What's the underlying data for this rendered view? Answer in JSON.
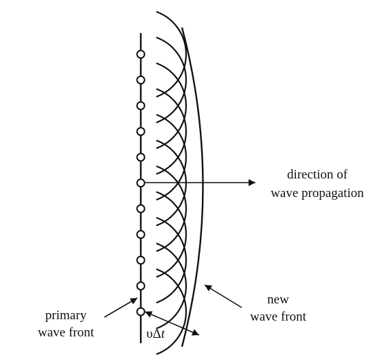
{
  "labels": {
    "direction_line1": "direction of",
    "direction_line2": "wave propagation",
    "new_line1": "new",
    "new_line2": "wave front",
    "primary_line1": "primary",
    "primary_line2": "wave front",
    "v_symbol": "υΔ",
    "t_symbol": "t"
  },
  "colors": {
    "stroke": "#111111",
    "background": "#ffffff"
  },
  "primary_source_count": 11
}
